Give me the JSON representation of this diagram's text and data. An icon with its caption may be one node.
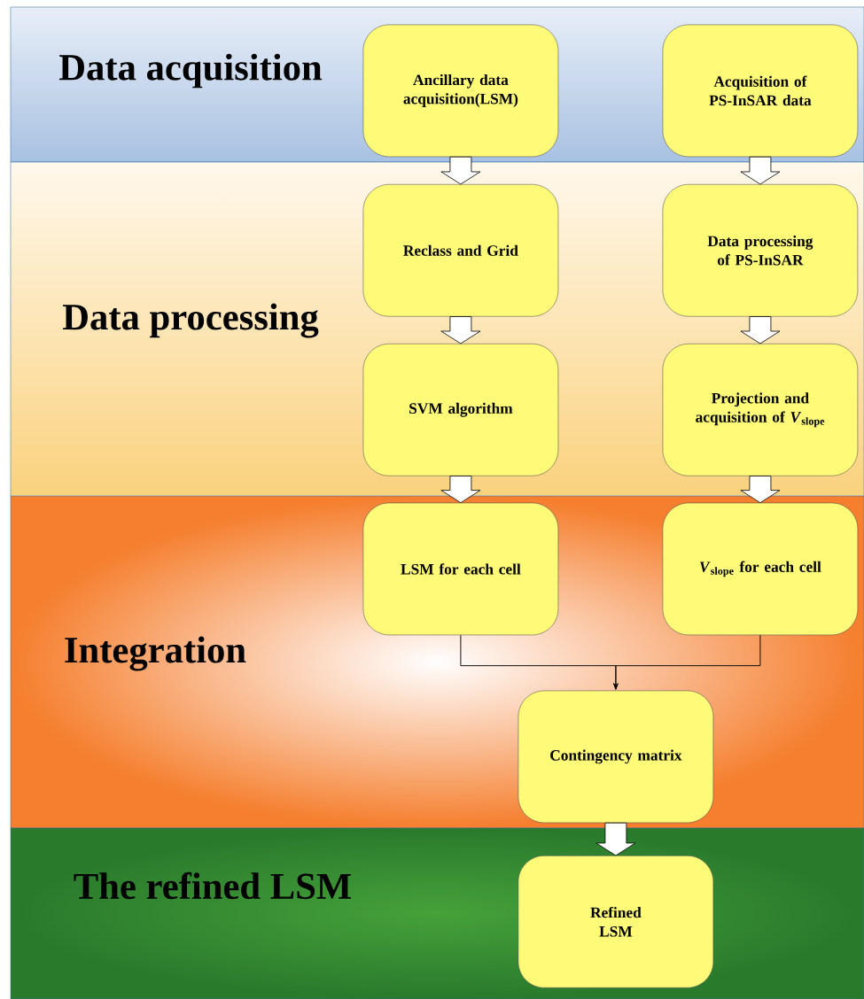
{
  "diagram": {
    "nodes": [
      {
        "text": [
          "Data acquisition"
        ]
      },
      {
        "text": [
          "Ancillary data acquisition(LSM)"
        ],
        "in": 0
      },
      {
        "text": [
          "Acquisition of PS-InSAR data"
        ],
        "in": 0
      },
      {
        "text": [
          "Data processing"
        ]
      },
      {
        "text": [
          "Reclass and Grid"
        ],
        "in": 3
      },
      {
        "text": [
          "Data processing of PS-InSAR"
        ],
        "in": 3
      },
      {
        "text": [
          "SVM algorithm"
        ],
        "in": 3
      },
      {
        "text": [
          "Projection and acquisition of *V*$_{slope}$"
        ],
        "in": 3
      },
      {
        "text": [
          "Integration"
        ]
      },
      {
        "text": [
          "LSM for each cell"
        ],
        "in": 8
      },
      {
        "text": [
          "*V*$_{slope}$ for each cell"
        ],
        "in": 8
      },
      {
        "text": [
          "Contingency matrix"
        ],
        "in": 8
      },
      {
        "text": [
          "The refined LSM"
        ]
      },
      {
        "text": [
          "Refined LSM"
        ],
        "in": 12
      }
    ],
    "edges": [
      {
        "from": 1,
        "to": 4,
        "arrow": "to",
        "style": "thick"
      },
      {
        "from": 2,
        "to": 5,
        "arrow": "to",
        "style": "thick"
      },
      {
        "from": 4,
        "to": 6,
        "arrow": "to",
        "style": "thick"
      },
      {
        "from": 5,
        "to": 7,
        "arrow": "to",
        "style": "thick"
      },
      {
        "from": 6,
        "to": 9,
        "arrow": "to",
        "style": "thick"
      },
      {
        "from": 7,
        "to": 10,
        "arrow": "to",
        "style": "thick"
      },
      {
        "from": 9,
        "to": 11,
        "arrow": "to"
      },
      {
        "from": 10,
        "to": 11,
        "arrow": "to"
      },
      {
        "from": 11,
        "to": 13,
        "arrow": "to",
        "style": "thick"
      }
    ]
  }
}
